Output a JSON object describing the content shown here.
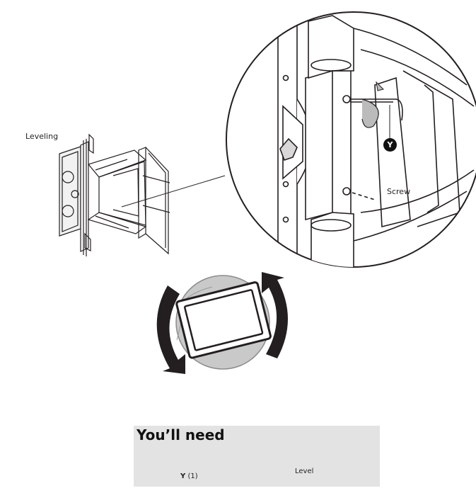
{
  "labels": {
    "leveling": "Leveling",
    "screw": "Screw",
    "callout": "Y"
  },
  "needs": {
    "title": "You’ll need",
    "items": [
      {
        "letter": "Y",
        "qty": "(1)",
        "icon": "hex-key-icon"
      },
      {
        "label": "Level",
        "icon": "spirit-level-icon"
      }
    ]
  },
  "colors": {
    "ink": "#231f20",
    "panel": "#e3e3e4",
    "circle_fill": "#bdbdbd"
  }
}
